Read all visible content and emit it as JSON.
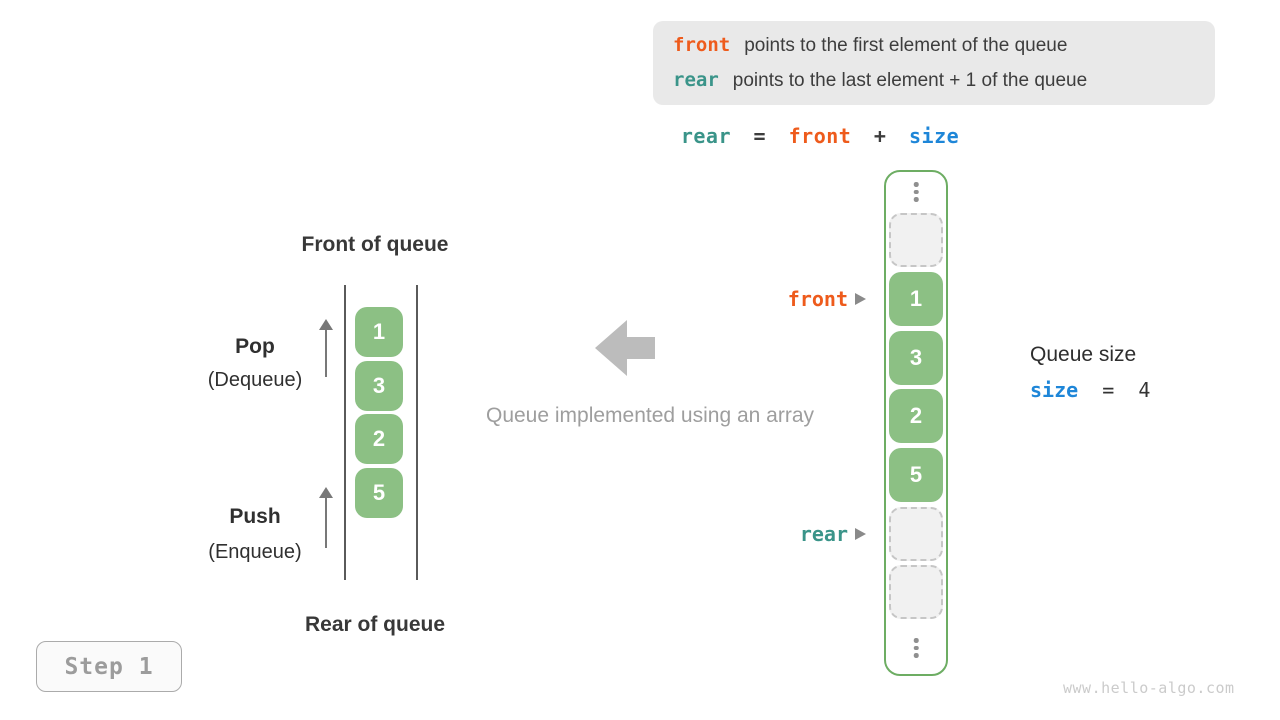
{
  "info_box": {
    "line1": {
      "keyword": "front",
      "text": "points to the first element of the queue"
    },
    "line2": {
      "keyword": "rear",
      "text": "points to the last element + 1 of the queue"
    }
  },
  "formula": {
    "lhs": "rear",
    "eq": "=",
    "rhs1": "front",
    "plus": "+",
    "rhs2": "size"
  },
  "left_queue": {
    "front_title": "Front of queue",
    "rear_title": "Rear of queue",
    "pop_label": "Pop",
    "pop_sublabel": "(Dequeue)",
    "push_label": "Push",
    "push_sublabel": "(Enqueue)",
    "values": [
      "1",
      "3",
      "2",
      "5"
    ]
  },
  "center": {
    "caption": "Queue implemented using an array"
  },
  "array_column": {
    "front_pointer": "front",
    "rear_pointer": "rear",
    "cells": [
      {
        "type": "ellipsis"
      },
      {
        "type": "empty"
      },
      {
        "type": "value",
        "value": "1"
      },
      {
        "type": "value",
        "value": "3"
      },
      {
        "type": "value",
        "value": "2"
      },
      {
        "type": "value",
        "value": "5"
      },
      {
        "type": "empty"
      },
      {
        "type": "empty"
      },
      {
        "type": "ellipsis"
      }
    ]
  },
  "queue_size": {
    "label": "Queue size",
    "variable": "size",
    "eq": "=",
    "value": "4"
  },
  "step_badge": {
    "label": "Step 1"
  },
  "watermark": "www.hello-algo.com",
  "colors": {
    "front_orange": "#ee5b1c",
    "rear_teal": "#3a9489",
    "size_blue": "#1e86d8",
    "cell_green": "#8cc084",
    "column_border_green": "#6dad63",
    "info_box_bg": "#e9e9e9",
    "muted_gray": "#9e9e9e"
  }
}
